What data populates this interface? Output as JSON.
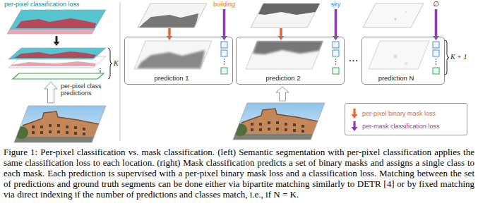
{
  "diagram": {
    "caption": "Figure 1: Per-pixel classification vs. mask classification. (left) Semantic segmentation with per-pixel classification applies the same classification loss to each location. (right) Mask classification predicts a set of binary masks and assigns a single class to each mask. Each prediction is supervised with a per-pixel binary mask loss and a classification loss. Matching between the set of predictions and ground truth segments can be done either via bipartite matching similarly to DETR [4] or by fixed matching via direct indexing if the number of predictions and classes match, i.e., if N = K.",
    "nodes": [
      {
        "text": [
          "prediction 1"
        ]
      },
      {
        "text": [
          "prediction 2"
        ]
      },
      {
        "text": [
          "prediction N"
        ]
      }
    ],
    "labels": [
      "per-pixel classification loss",
      "K",
      "per-pixel class predictions",
      "building",
      "sky",
      "∅",
      "K + 1"
    ],
    "legend": [
      {
        "text": "per-pixel binary mask loss"
      },
      {
        "text": "per-mask classification loss"
      }
    ]
  }
}
